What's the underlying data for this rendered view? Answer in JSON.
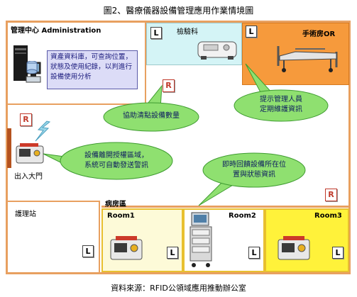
{
  "figure_title": "圖2、醫療儀器設備管理應用作業情境圖",
  "source_note": "資料來源：RFID公領域應用推動辦公室",
  "areas": {
    "admin": "管理中心 Administration",
    "lab": "檢驗科",
    "or": "手術房OR",
    "entrance": "出入大門",
    "nurse_station": "護理站",
    "ward": "病房區",
    "room1": "Room1",
    "room2": "Room2",
    "room3": "Room3"
  },
  "info_box": "資產資料庫，可查詢位置，狀態及使用紀錄，以判進行設備使用分析",
  "bubbles": {
    "inventory": "協助清點設備數量",
    "maintenance": "提示管理人員\n定期維護資訊",
    "alarm": "設備離開授權區域，\n系統可自動發送警訊",
    "location": "即時回饋設備所在位\n置與狀態資訊"
  },
  "tags": {
    "reader": "R",
    "locator": "L"
  },
  "colors": {
    "lab_room": "#d4f4f6",
    "or_room": "#f69a3c",
    "room3": "#fff23a",
    "bubble": "#8fe070",
    "wall": "#e8a060"
  }
}
